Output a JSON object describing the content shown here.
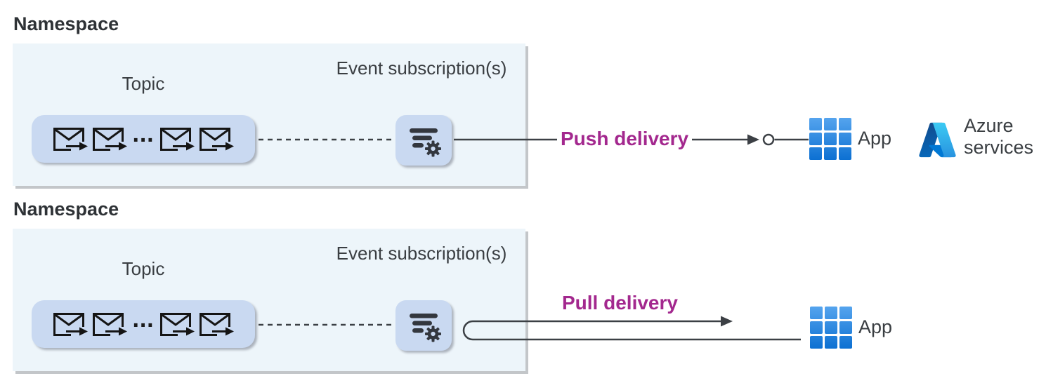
{
  "rows": [
    {
      "namespace_label": "Namespace",
      "topic": {
        "label": "Topic",
        "ellipsis": "···"
      },
      "subscription_label": "Event subscription(s)",
      "delivery": {
        "label": "Push delivery",
        "mode": "push"
      },
      "targets": {
        "app_label": "App",
        "azure_label": "Azure services"
      }
    },
    {
      "namespace_label": "Namespace",
      "topic": {
        "label": "Topic",
        "ellipsis": "···"
      },
      "subscription_label": "Event subscription(s)",
      "delivery": {
        "label": "Pull delivery",
        "mode": "pull"
      },
      "targets": {
        "app_label": "App"
      }
    }
  ],
  "icons": {
    "topic_event": "envelope-arrow-icon",
    "subscription": "filter-settings-icon",
    "app": "app-grid-icon",
    "azure": "azure-logo-icon",
    "push_endpoint": "circle-endpoint-icon"
  },
  "colors": {
    "canvas_bg": "#FFFFFF",
    "namespace_bg": "#EDF5FA",
    "namespace_shadow": "#C3C6C9",
    "tile_bg": "#C9D9F1",
    "tile_shadow": "#ABB2BC",
    "icon_ink": "#33373E",
    "stroke_ink": "#3C4045",
    "heading_text": "#2E3236",
    "label_text": "#3A3E42",
    "delivery_text": "#A3288E",
    "app_blue_top": "#55A4EE",
    "app_blue_bottom": "#0C70D2",
    "azure_blue": "#0078D4"
  }
}
